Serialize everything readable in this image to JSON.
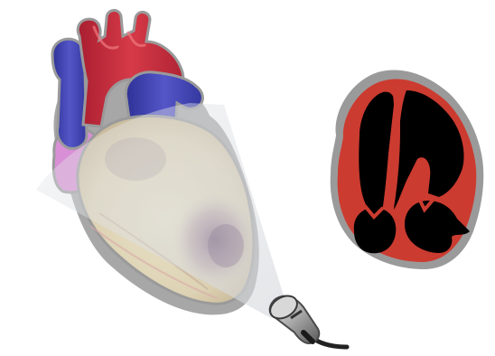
{
  "figure": {
    "panels": [
      "heart-3d-illustration",
      "ultrasound-probe",
      "echocardiogram-four-chamber-view"
    ],
    "colors": {
      "artery_red": "#c0283a",
      "vein_blue": "#3c3ea8",
      "myocardium_tan": "#e6dcc0",
      "bruise_purple": "#6e4a6e",
      "outline_gray": "#9a9a9a",
      "echo_wall_red": "#cc3b30",
      "echo_chamber_black": "#000000",
      "probe_silver": "#b8b8b8"
    }
  }
}
